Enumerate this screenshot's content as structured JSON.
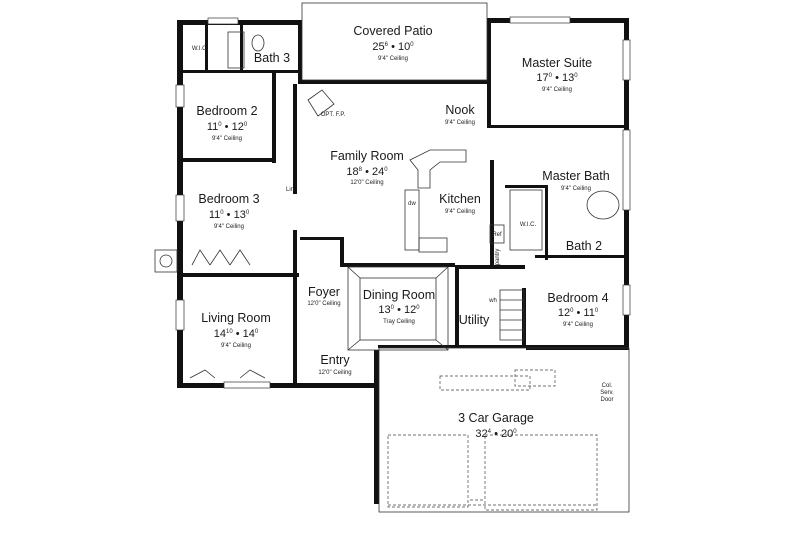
{
  "rooms": {
    "covered_patio": {
      "name": "Covered Patio",
      "dims": "25",
      "dim_a_sup": "6",
      "dim_b": "10",
      "dim_b_sup": "0",
      "ceiling": "9'4\" Ceiling"
    },
    "master_suite": {
      "name": "Master Suite",
      "dims": "17",
      "dim_a_sup": "0",
      "dim_b": "13",
      "dim_b_sup": "0",
      "ceiling": "9'4\" Ceiling"
    },
    "bath3": {
      "name": "Bath 3"
    },
    "bedroom2": {
      "name": "Bedroom 2",
      "dims": "11",
      "dim_a_sup": "0",
      "dim_b": "12",
      "dim_b_sup": "0",
      "ceiling": "9'4\" Ceiling"
    },
    "nook": {
      "name": "Nook",
      "ceiling": "9'4\" Ceiling"
    },
    "family_room": {
      "name": "Family Room",
      "dims": "18",
      "dim_a_sup": "8",
      "dim_b": "24",
      "dim_b_sup": "0",
      "ceiling": "12'0\" Ceiling"
    },
    "master_bath": {
      "name": "Master Bath",
      "ceiling": "9'4\" Ceiling"
    },
    "bedroom3": {
      "name": "Bedroom 3",
      "dims": "11",
      "dim_a_sup": "0",
      "dim_b": "13",
      "dim_b_sup": "0",
      "ceiling": "9'4\" Ceiling"
    },
    "kitchen": {
      "name": "Kitchen",
      "ceiling": "9'4\" Ceiling"
    },
    "bath2": {
      "name": "Bath 2"
    },
    "living_room": {
      "name": "Living Room",
      "dims": "14",
      "dim_a_sup": "10",
      "dim_b": "14",
      "dim_b_sup": "0",
      "ceiling": "9'4\" Ceiling"
    },
    "foyer": {
      "name": "Foyer",
      "ceiling": "12'0\" Ceiling"
    },
    "dining_room": {
      "name": "Dining Room",
      "dims": "13",
      "dim_a_sup": "0",
      "dim_b": "12",
      "dim_b_sup": "0",
      "ceiling": "Tray Ceiling"
    },
    "utility": {
      "name": "Utility"
    },
    "bedroom4": {
      "name": "Bedroom 4",
      "dims": "12",
      "dim_a_sup": "0",
      "dim_b": "11",
      "dim_b_sup": "0",
      "ceiling": "9'4\" Ceiling"
    },
    "entry": {
      "name": "Entry",
      "ceiling": "12'0\" Ceiling"
    },
    "garage": {
      "name": "3 Car Garage",
      "dims": "32",
      "dim_a_sup": "4",
      "dim_b": "20",
      "dim_b_sup": "0"
    }
  },
  "small_labels": {
    "wic_bath3": "W.I.C.",
    "wic_master": "W.I.C.",
    "opt_fp": "OPT. F.P.",
    "ref": "Ref",
    "pantry": "pantry",
    "dw": "dw",
    "lin": "Lin",
    "wh": "wh",
    "cl_serv_door_1": "Col.",
    "cl_serv_door_2": "Serv.",
    "cl_serv_door_3": "Door"
  },
  "separator": "•"
}
